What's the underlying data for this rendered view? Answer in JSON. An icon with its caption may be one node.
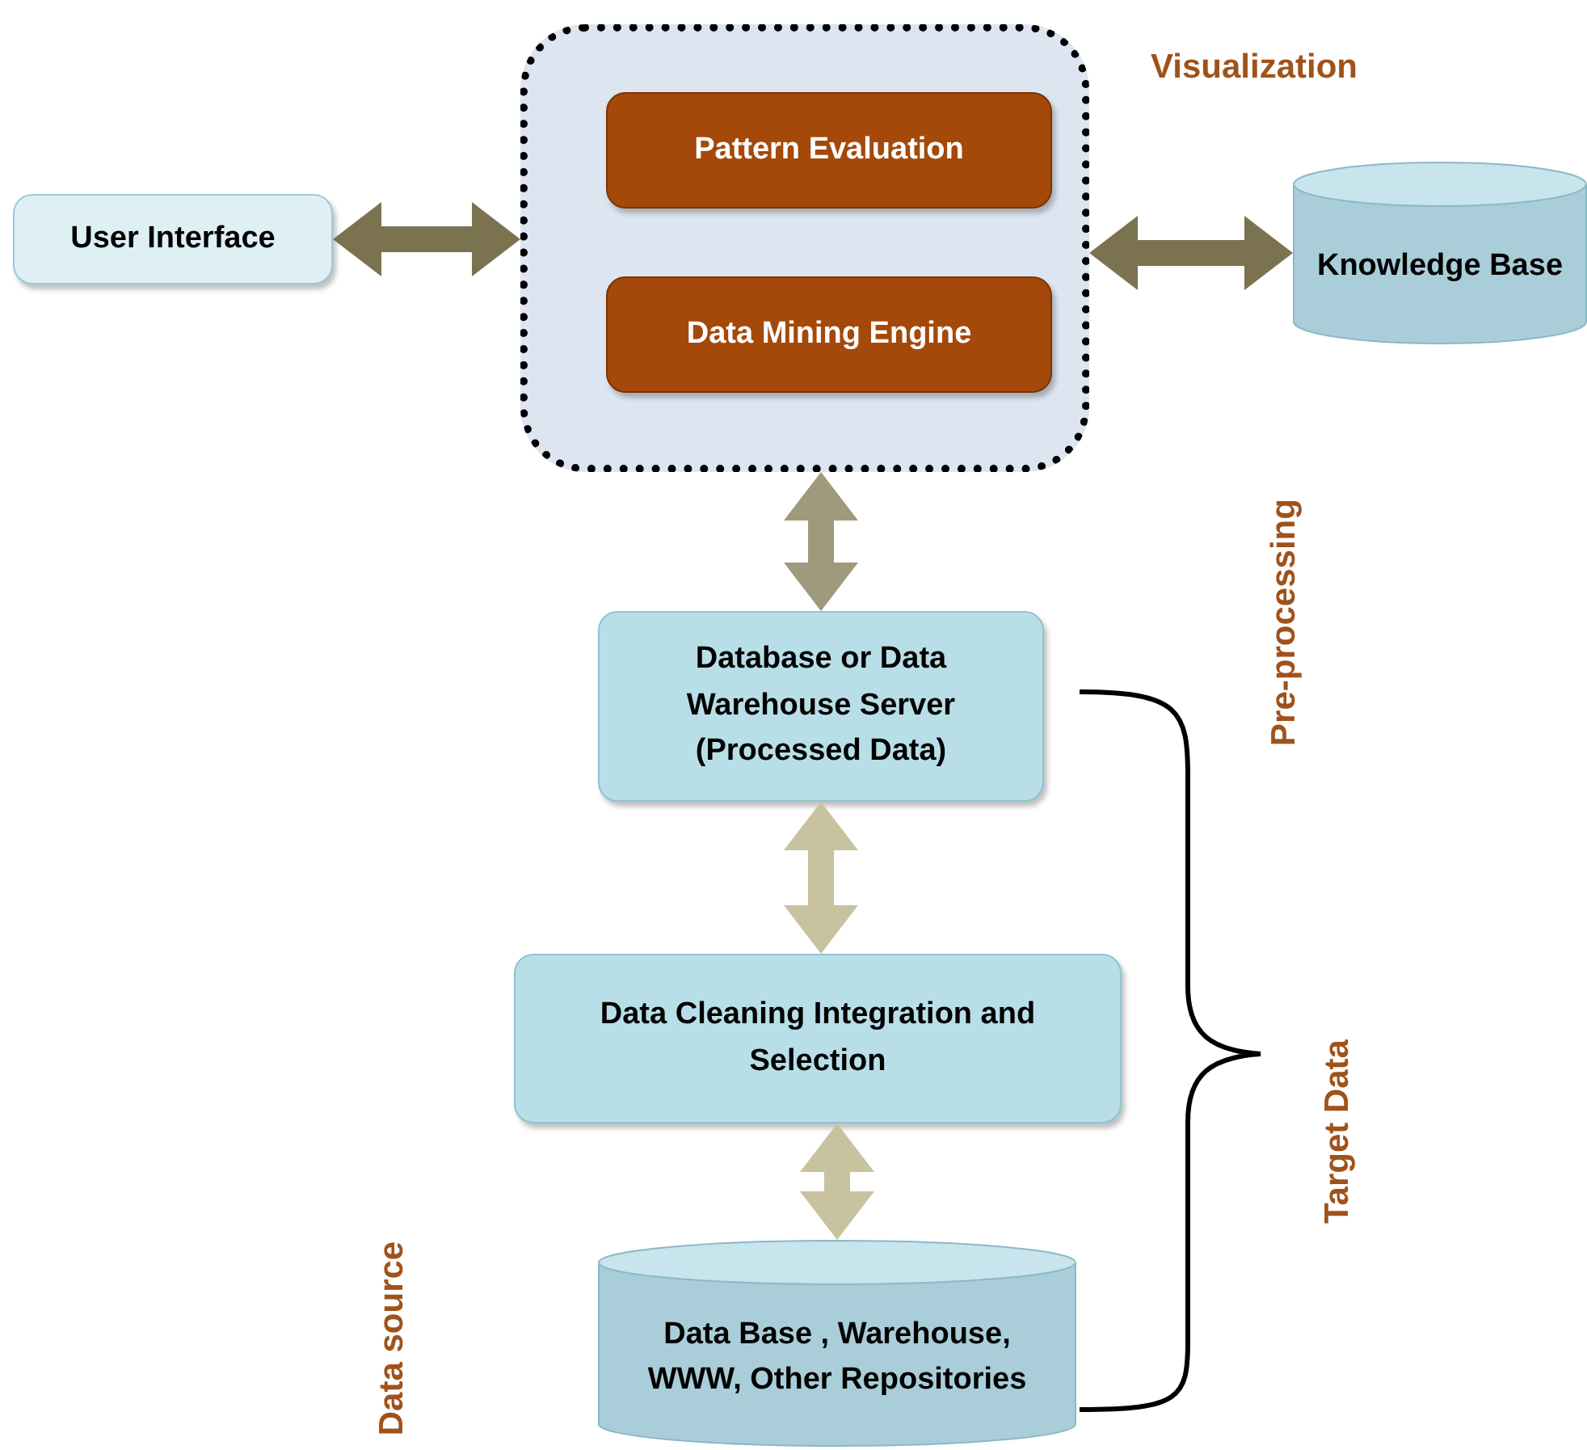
{
  "diagram": {
    "nodes": [
      {
        "text": [
          "User Interface"
        ]
      },
      {
        "text": [],
        "shape": "box"
      },
      {
        "text": [
          "Pattern Evaluation"
        ],
        "in": 1
      },
      {
        "text": [
          "Data Mining Engine"
        ],
        "in": 1
      },
      {
        "text": [
          "Knowledge Base"
        ]
      },
      {
        "text": [
          "Database or Data Warehouse Server (Processed Data)"
        ]
      },
      {
        "text": [
          "Data Cleaning Integration and Selection"
        ]
      },
      {
        "text": [
          "Data Base , Warehouse, WWW, Other Repositories"
        ]
      }
    ],
    "edges": [
      {
        "from": 0,
        "to": 1,
        "arrow": "both"
      },
      {
        "from": 1,
        "to": 4,
        "arrow": "both"
      },
      {
        "from": 1,
        "to": 5,
        "arrow": "both",
        "color": "#a09a7c"
      },
      {
        "from": 5,
        "to": 6,
        "arrow": "both",
        "color": "#c9c29f"
      },
      {
        "from": 6,
        "to": 7,
        "arrow": "both",
        "color": "#c9c29f"
      }
    ],
    "labels": [
      "Visualization",
      "Pre-processing",
      "Target Data",
      "Data source"
    ]
  }
}
